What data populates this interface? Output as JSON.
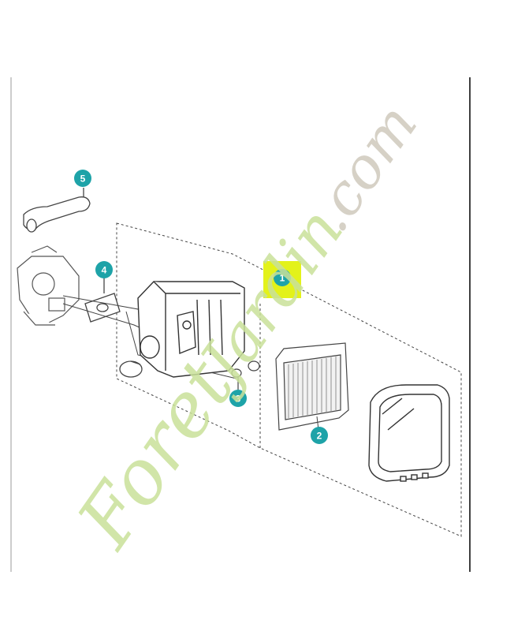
{
  "diagram": {
    "callouts": [
      {
        "id": "1",
        "label": "1",
        "highlighted": true
      },
      {
        "id": "2",
        "label": "2",
        "highlighted": false
      },
      {
        "id": "3",
        "label": "3",
        "highlighted": false
      },
      {
        "id": "4",
        "label": "4",
        "highlighted": false
      },
      {
        "id": "5",
        "label": "5",
        "highlighted": false
      }
    ],
    "parts": [
      "breather-tube",
      "carburetor",
      "gasket",
      "air-filter-base",
      "air-filter-element",
      "air-filter-cover",
      "screws"
    ]
  },
  "watermark": {
    "text_main": "Foret",
    "text_accent": "Jardin",
    "text_suffix": ".com",
    "color_green": "#c9e19a",
    "color_orange": "#f1cda0",
    "color_gray": "#cfc9bd"
  },
  "colors": {
    "callout_fill": "#1ea3a8",
    "callout_highlight": "#e3f21a",
    "line": "#333333",
    "border": "#000000"
  }
}
